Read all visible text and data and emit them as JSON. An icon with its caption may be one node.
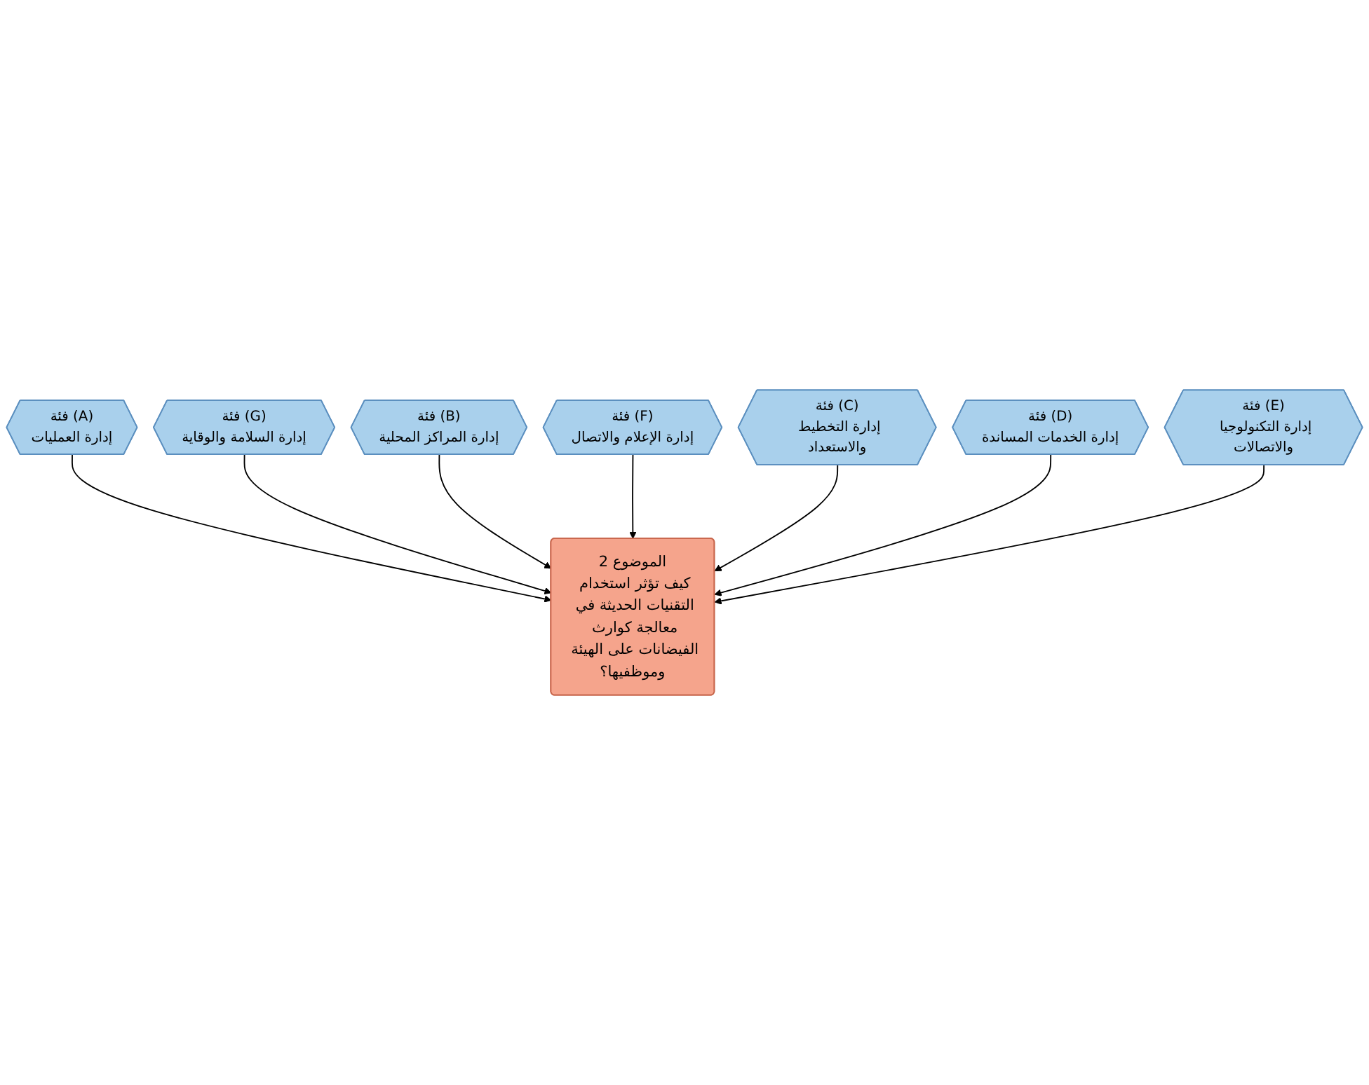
{
  "diagram": {
    "nodes": [
      {
        "text": [
          "فئة (A)",
          "إدارة العمليات"
        ]
      },
      {
        "text": [
          "فئة (G)",
          "إدارة السلامة والوقاية"
        ]
      },
      {
        "text": [
          "فئة (B)",
          "إدارة المراكز المحلية"
        ]
      },
      {
        "text": [
          "الموضوع 2",
          "كيف تؤثر استخدام التقنيات الحديثة في معالجة كوارث الفيضانات على الهيئة وموظفيها؟"
        ]
      },
      {
        "text": [
          "فئة (F)",
          "إدارة الإعلام والاتصال"
        ]
      },
      {
        "text": [
          "فئة (C)",
          "إدارة التخطيط والاستعداد"
        ]
      },
      {
        "text": [
          "فئة (D)",
          "إدارة الخدمات المساندة"
        ]
      },
      {
        "text": [
          "فئة (E)",
          "إدارة التكنولوجيا والاتصالات"
        ]
      }
    ],
    "edges": [
      {
        "from": 0,
        "to": 3,
        "arrow": "to"
      },
      {
        "from": 1,
        "to": 3,
        "arrow": "to"
      },
      {
        "from": 2,
        "to": 3,
        "arrow": "to"
      },
      {
        "from": 4,
        "to": 3,
        "arrow": "to"
      },
      {
        "from": 5,
        "to": 3,
        "arrow": "to"
      },
      {
        "from": 6,
        "to": 3,
        "arrow": "to"
      },
      {
        "from": 7,
        "to": 3,
        "arrow": "to"
      }
    ]
  }
}
